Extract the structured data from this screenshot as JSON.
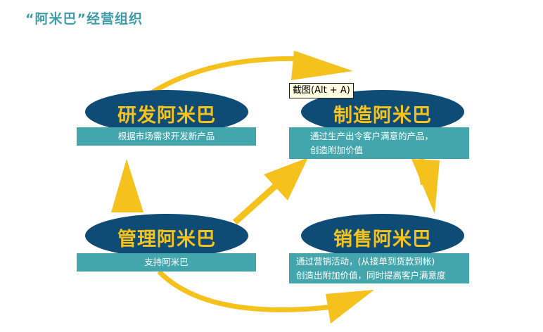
{
  "page": {
    "title": "“阿米巴”经营组织"
  },
  "colors": {
    "title": "#3f9ba7",
    "ellipse": "#0e4c76",
    "ellipse_text": "#f6c21b",
    "desc_bar": "#44a6ad",
    "arrow": "#f4c11d"
  },
  "amoebas": [
    {
      "key": "rd",
      "name": "研发阿米巴",
      "desc": [
        "根据市场需求开发新产品"
      ]
    },
    {
      "key": "manufacturing",
      "name": "制造阿米巴",
      "desc": [
        "通过生产出令客户满意的产品，",
        "创造附加价值"
      ]
    },
    {
      "key": "management",
      "name": "管理阿米巴",
      "desc": [
        "支持阿米巴"
      ]
    },
    {
      "key": "sales",
      "name": "销售阿米巴",
      "desc": [
        "通过营销活动，(从接单到货款到帐)",
        "创造出附加价值，同时提高客户满意度"
      ]
    }
  ],
  "tooltip": {
    "text": "截图(Alt + A)"
  }
}
